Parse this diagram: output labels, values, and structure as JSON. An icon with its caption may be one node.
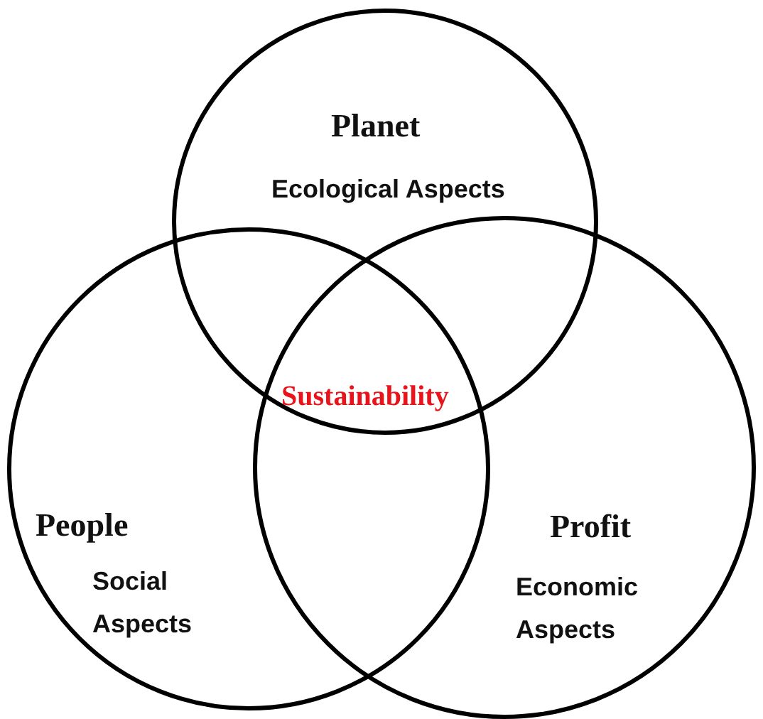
{
  "diagram": {
    "nodes": [
      {
        "text": [
          "Planet",
          "Ecological Aspects"
        ]
      },
      {
        "text": [
          "People",
          "Social Aspects"
        ]
      },
      {
        "text": [
          "Profit",
          "Economic Aspects"
        ]
      }
    ],
    "labels": [
      "Sustainability"
    ]
  }
}
